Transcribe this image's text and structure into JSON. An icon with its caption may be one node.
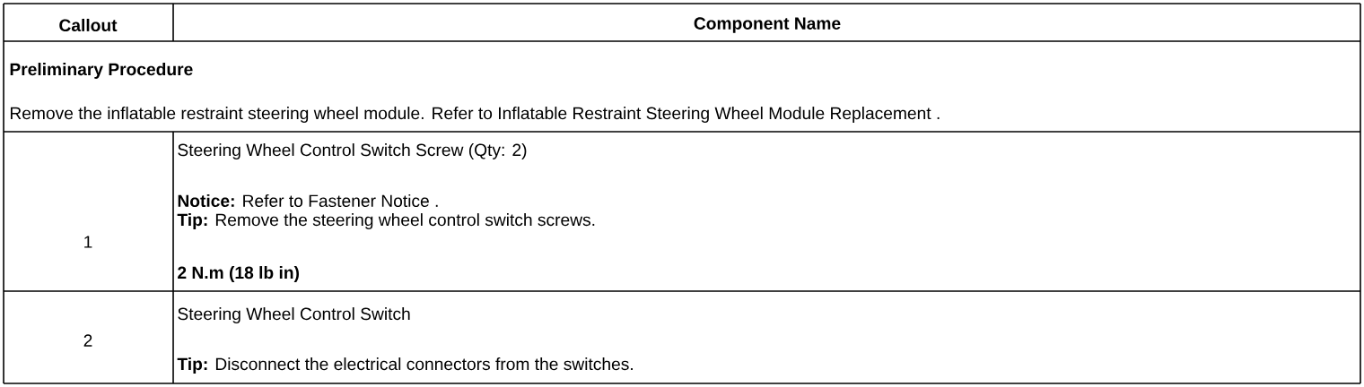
{
  "diagram": {
    "labels": [
      "Callout",
      "Component Name",
      "Preliminary Procedure",
      "Remove the inflatable restraint steering wheel module. Refer to Inflatable Restraint Steering Wheel Module Replacement .",
      "1",
      "Steering Wheel Control Switch Screw (Qty: 2)",
      "**Notice:** Refer to Fastener Notice .",
      "**Tip:** Remove the steering wheel control switch screws.",
      "2 N.m (18 lb in)",
      "2",
      "Steering Wheel Control Switch",
      "**Tip:** Disconnect the electrical connectors from the switches."
    ]
  }
}
